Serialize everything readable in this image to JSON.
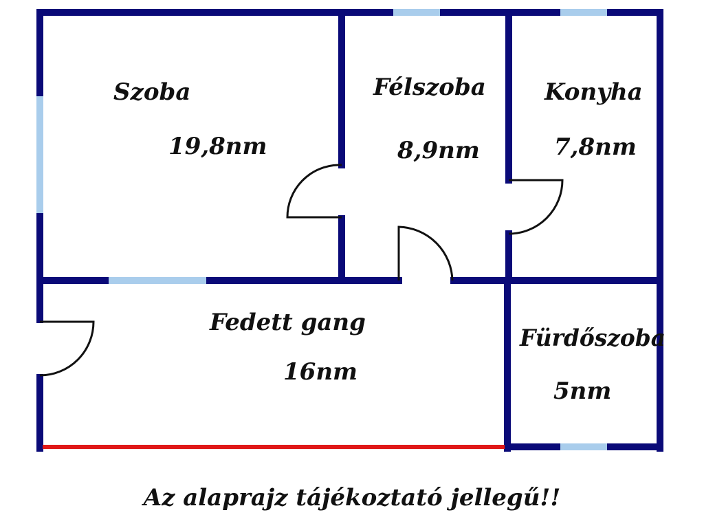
{
  "colors": {
    "wall": "#0a0a78",
    "window": "#a9cdec",
    "door": "#111111",
    "open_side": "#e01818"
  },
  "rooms": {
    "szoba": {
      "name": "Szoba",
      "area": "19,8nm"
    },
    "felszoba": {
      "name": "Félszoba",
      "area": "8,9nm"
    },
    "konyha": {
      "name": "Konyha",
      "area": "7,8nm"
    },
    "fedett_gang": {
      "name": "Fedett gang",
      "area": "16nm"
    },
    "furdoszoba": {
      "name": "Fürdőszoba",
      "area": "5nm"
    }
  },
  "note": "Az alaprajz tájékoztató jellegű!!"
}
